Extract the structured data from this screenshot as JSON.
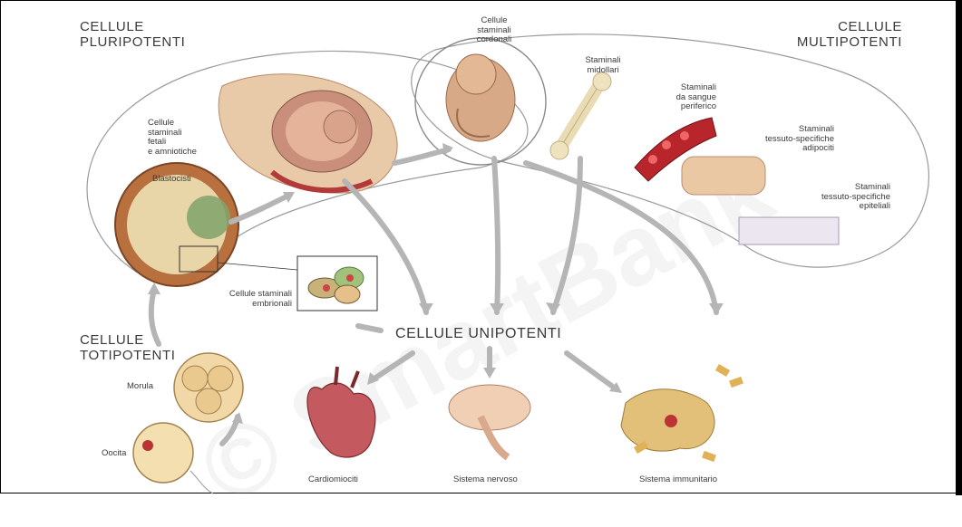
{
  "groups": {
    "pluripotent": [
      "CELLULE",
      "PLURIPOTENTI"
    ],
    "multipotent": [
      "CELLULE",
      "MULTIPOTENTI"
    ],
    "totipotent": [
      "CELLULE",
      "TOTIPOTENTI"
    ],
    "unipotent": "CELLULE UNIPOTENTI"
  },
  "labels": {
    "cordonali": [
      "Cellule",
      "staminali",
      "cordonali"
    ],
    "fetali": [
      "Cellule",
      "staminali",
      "fetali",
      "e amniotiche"
    ],
    "blastocisti": "Blastocisti",
    "embrionali": [
      "Cellule staminali",
      "embrionali"
    ],
    "midollari": [
      "Staminali",
      "midollari"
    ],
    "sangue": [
      "Staminali",
      "da sangue",
      "periferico"
    ],
    "adipociti": [
      "Staminali",
      "tessuto-specifiche",
      "adipociti"
    ],
    "epiteliali": [
      "Staminali",
      "tessuto-specifiche",
      "epiteliali"
    ],
    "morula": "Morula",
    "oocita": "Oocita",
    "cardiomiociti": "Cardiomiociti",
    "nervoso": "Sistema nervoso",
    "immunitario": "Sistema immunitario"
  },
  "watermark": "© SmartBank"
}
